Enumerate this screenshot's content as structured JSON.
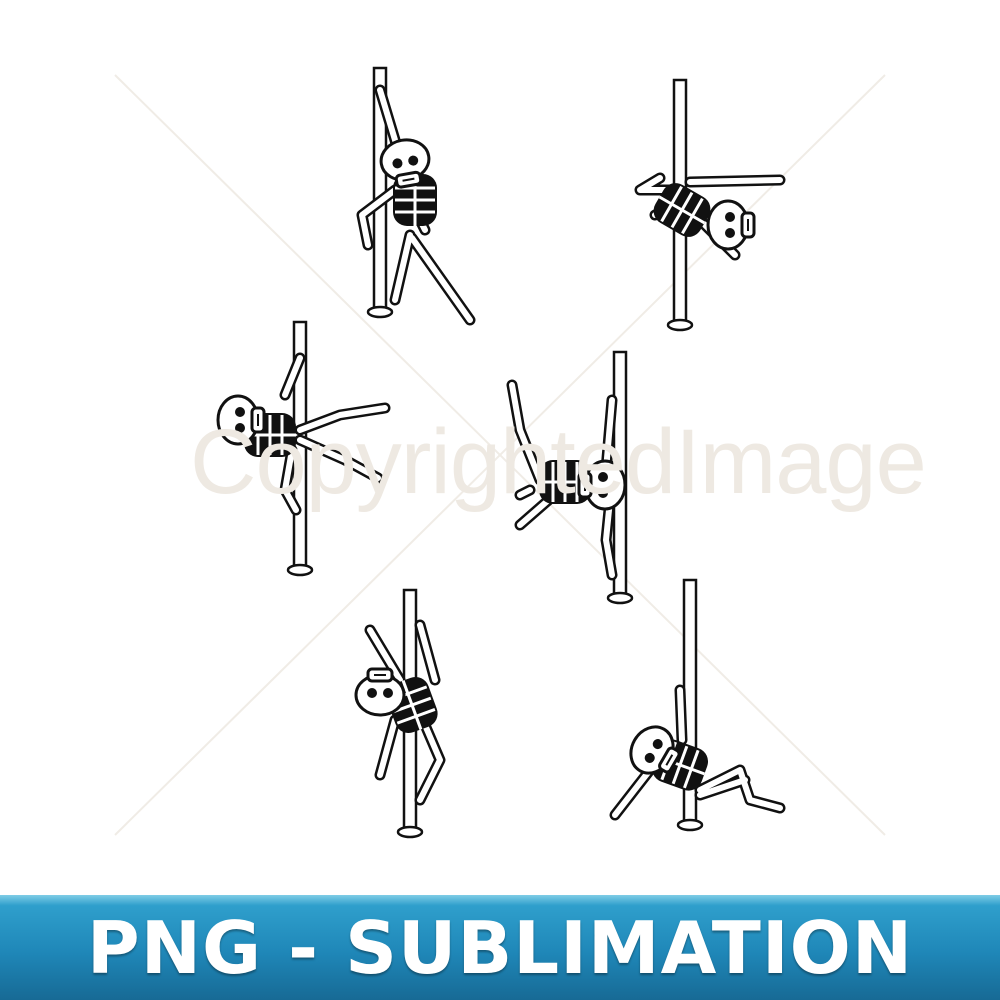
{
  "watermark": {
    "text": "CopyrightedImage"
  },
  "banner": {
    "text": "PNG - SUBLIMATION",
    "colors": {
      "top": "#2f9fcc",
      "bottom": "#176a95",
      "text": "#ffffff"
    }
  },
  "figures": [
    {
      "icon": "skeleton-pole-dancer-icon",
      "pose": "climbing"
    },
    {
      "icon": "skeleton-pole-dancer-icon",
      "pose": "side-hang"
    },
    {
      "icon": "skeleton-pole-dancer-icon",
      "pose": "split-left"
    },
    {
      "icon": "skeleton-pole-dancer-icon",
      "pose": "inverted-split"
    },
    {
      "icon": "skeleton-pole-dancer-icon",
      "pose": "spider"
    },
    {
      "icon": "skeleton-pole-dancer-icon",
      "pose": "floor-lean"
    }
  ]
}
